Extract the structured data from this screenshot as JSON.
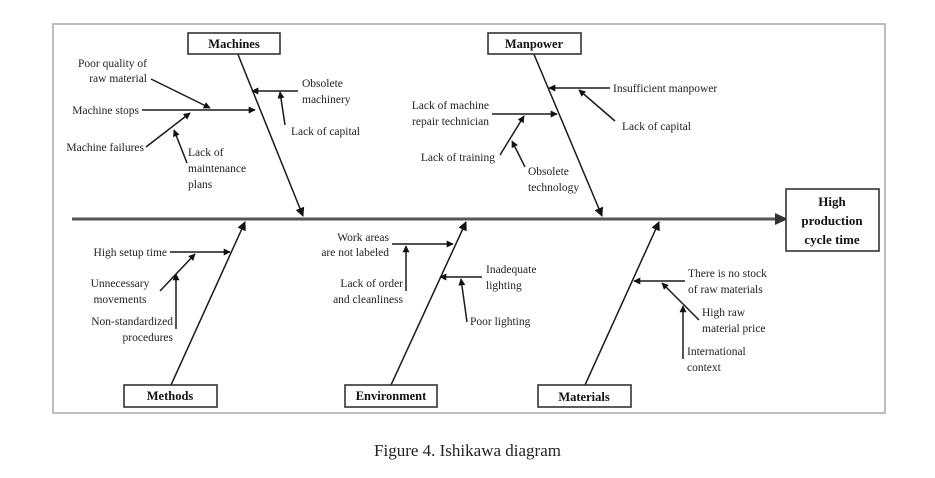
{
  "figure": {
    "caption": "Figure 4. Ishikawa diagram",
    "effect": [
      "High",
      "production",
      "cycle time"
    ],
    "categories": {
      "machines": {
        "label": "Machines",
        "causes": {
          "machine_stops": [
            "Machine stops"
          ],
          "poor_quality": [
            "Poor quality of",
            "raw material"
          ],
          "machine_failures": [
            "Machine failures"
          ],
          "lack_maintenance": [
            "Lack of",
            "maintenance",
            "plans"
          ],
          "obsolete_machinery": [
            "Obsolete",
            "machinery"
          ],
          "lack_capital": [
            "Lack of capital"
          ]
        }
      },
      "manpower": {
        "label": "Manpower",
        "causes": {
          "insufficient": [
            "Insufficient manpower"
          ],
          "lack_capital": [
            "Lack of capital"
          ],
          "lack_technician": [
            "Lack of machine",
            "repair technician"
          ],
          "lack_training": [
            "Lack of training"
          ],
          "obsolete_technology": [
            "Obsolete",
            "technology"
          ]
        }
      },
      "methods": {
        "label": "Methods",
        "causes": {
          "high_setup": [
            "High setup time"
          ],
          "unnecessary": [
            "Unnecessary",
            "movements"
          ],
          "non_standardized": [
            "Non-standardized",
            "procedures"
          ]
        }
      },
      "environment": {
        "label": "Environment",
        "causes": {
          "work_areas": [
            "Work areas",
            "are not labeled"
          ],
          "lack_order": [
            "Lack of order",
            "and cleanliness"
          ],
          "inadequate_lighting": [
            "Inadequate",
            "lighting"
          ],
          "poor_lighting": [
            "Poor lighting"
          ]
        }
      },
      "materials": {
        "label": "Materials",
        "causes": {
          "no_stock": [
            "There is no stock",
            "of raw materials"
          ],
          "high_price": [
            "High raw",
            "material price"
          ],
          "international": [
            "International",
            "context"
          ]
        }
      }
    }
  }
}
